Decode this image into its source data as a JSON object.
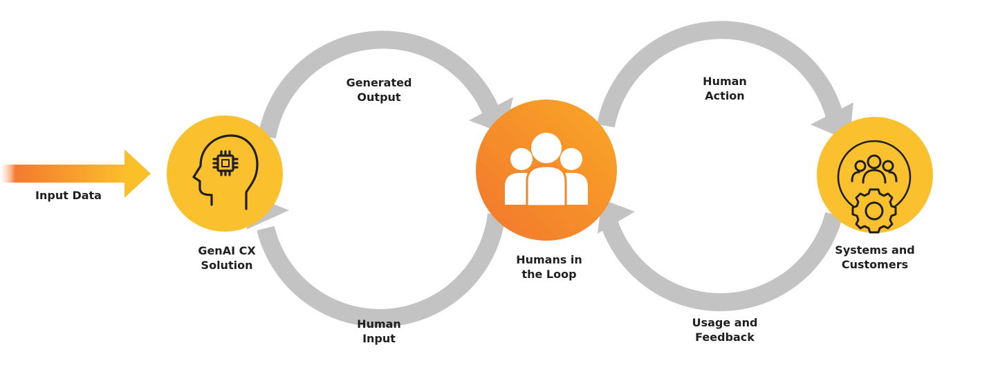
{
  "colors": {
    "arrow_gray": "#c3c3c3",
    "yellow": "#fbc02d",
    "orange_start": "#f2762e",
    "orange_end": "#f9a826",
    "input_gradient_start": "#f47a2e",
    "input_gradient_end": "#fbbf2a",
    "icon_stroke": "#1f1f1f",
    "text": "#1f1f1f"
  },
  "labels": {
    "input_data": "Input Data",
    "genai": [
      "GenAI CX",
      "Solution"
    ],
    "generated_output": [
      "Generated",
      "Output"
    ],
    "human_input": [
      "Human",
      "Input"
    ],
    "humans_loop": [
      "Humans in",
      "the Loop"
    ],
    "human_action": [
      "Human",
      "Action"
    ],
    "usage_feedback": [
      "Usage and",
      "Feedback"
    ],
    "systems_customers": [
      "Systems and",
      "Customers"
    ]
  },
  "icons": {
    "genai": "ai-head-chip-icon",
    "humans": "people-group-icon",
    "systems": "people-gear-icon"
  }
}
